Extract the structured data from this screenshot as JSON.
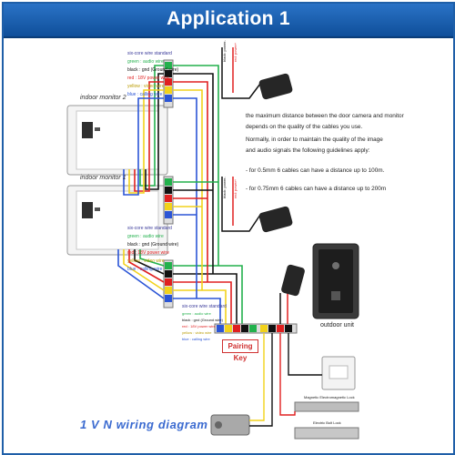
{
  "header": {
    "title": "Application 1"
  },
  "monitors": {
    "monitor2": "indoor monitor  2",
    "monitor1": "indoor monitor  1"
  },
  "wire_legend_top": {
    "title": "six-core wire standard",
    "items": [
      {
        "label": "green : audio wire",
        "color": "#22b14c"
      },
      {
        "label": "black : gnd (Ground wire)",
        "color": "#111111"
      },
      {
        "label": "red : 18V power wire",
        "color": "#e02020"
      },
      {
        "label": "yellow : video wire",
        "color": "#f2d21b"
      },
      {
        "label": "blue : calling wire",
        "color": "#2b55d6"
      }
    ]
  },
  "wire_legend_mid": {
    "title": "six-core wire standard",
    "items": [
      {
        "label": "green : audio wire",
        "color": "#22b14c"
      },
      {
        "label": "black : gnd (Ground wire)",
        "color": "#111111"
      },
      {
        "label": "red : 18V power wire",
        "color": "#e02020"
      },
      {
        "label": "yellow : video wire",
        "color": "#f2d21b"
      },
      {
        "label": "blue : calling wire",
        "color": "#2b55d6"
      }
    ]
  },
  "wire_legend_bottom": {
    "title": "six-core wire standard",
    "items": [
      {
        "label": "green : audio wire",
        "color": "#22b14c"
      },
      {
        "label": "black : gnd (Ground wire)",
        "color": "#111111"
      },
      {
        "label": "red : 18V power wire",
        "color": "#e02020"
      },
      {
        "label": "yellow : video wire",
        "color": "#f2d21b"
      },
      {
        "label": "blue : calling wire",
        "color": "#2b55d6"
      }
    ]
  },
  "notes": {
    "line1": "the maximum distance between the door camera and monitor",
    "line2": "depends on the quality of the cables you use.",
    "line3": "Normally, in order to maintain the quality of the image",
    "line4": "and audio signals the following guidelines apply:",
    "line5": "- for 0.5mm   6 cables can have a distance up to 100m.",
    "line6": "- for 0.75mm  6 cables can have a distance up to 200m"
  },
  "power_labels": {
    "red": "red: power+",
    "black": "black: power-"
  },
  "outdoor_unit": "outdoor unit",
  "pairing_key": "Pairing Key",
  "lock_labels": {
    "magnetic": "Magnetic Electromagnetic Lock",
    "electric": "Electric Bolt Lock"
  },
  "footer": {
    "title": "1 V N wiring diagram"
  },
  "colors": {
    "banner": "#1f63b4",
    "green": "#22b14c",
    "black": "#111111",
    "red": "#e02020",
    "yellow": "#f2d21b",
    "blue": "#2b55d6",
    "footer_text": "#3a6ad0"
  }
}
